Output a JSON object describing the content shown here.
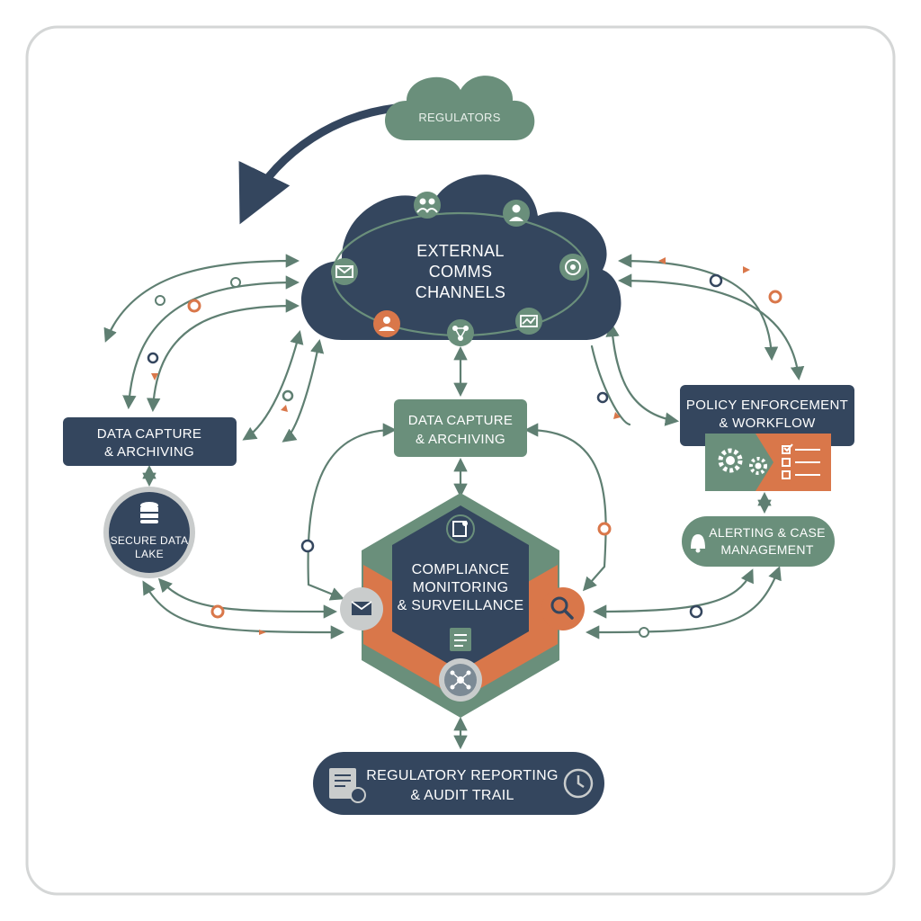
{
  "diagram": {
    "regulators_label": "REGULATORS",
    "external_comms": {
      "line1": "EXTERNAL",
      "line2": "COMMS",
      "line3": "CHANNELS"
    },
    "data_capture_left": {
      "line1": "DATA CAPTURE",
      "line2": "& ARCHIVING"
    },
    "data_capture_center": {
      "line1": "DATA CAPTURE",
      "line2": "& ARCHIVING"
    },
    "secure_data_lake": {
      "line1": "SECURE DATA",
      "line2": "LAKE"
    },
    "compliance": {
      "line1": "COMPLIANCE",
      "line2": "MONITORING",
      "line3": "& SURVEILLANCE"
    },
    "policy": {
      "line1": "POLICY ENFORCEMENT",
      "line2": "& WORKFLOW"
    },
    "alerting": {
      "line1": "ALERTING & CASE",
      "line2": "MANAGEMENT"
    },
    "reporting": {
      "line1": "REGULATORY REPORTING",
      "line2": "& AUDIT TRAIL"
    }
  },
  "colors": {
    "navy": "#34465e",
    "green": "#6a8f7b",
    "orange": "#d9774a",
    "light_green": "#7ea08c",
    "line": "#5f7f72",
    "grey": "#c9cccc"
  },
  "icons": [
    "cloud-icon",
    "envelope-icon",
    "people-icon",
    "user-icon",
    "target-icon",
    "chart-icon",
    "network-icon",
    "database-icon",
    "gears-icon",
    "checklist-icon",
    "bell-icon",
    "search-icon",
    "clipboard-icon",
    "clock-icon",
    "document-icon"
  ]
}
